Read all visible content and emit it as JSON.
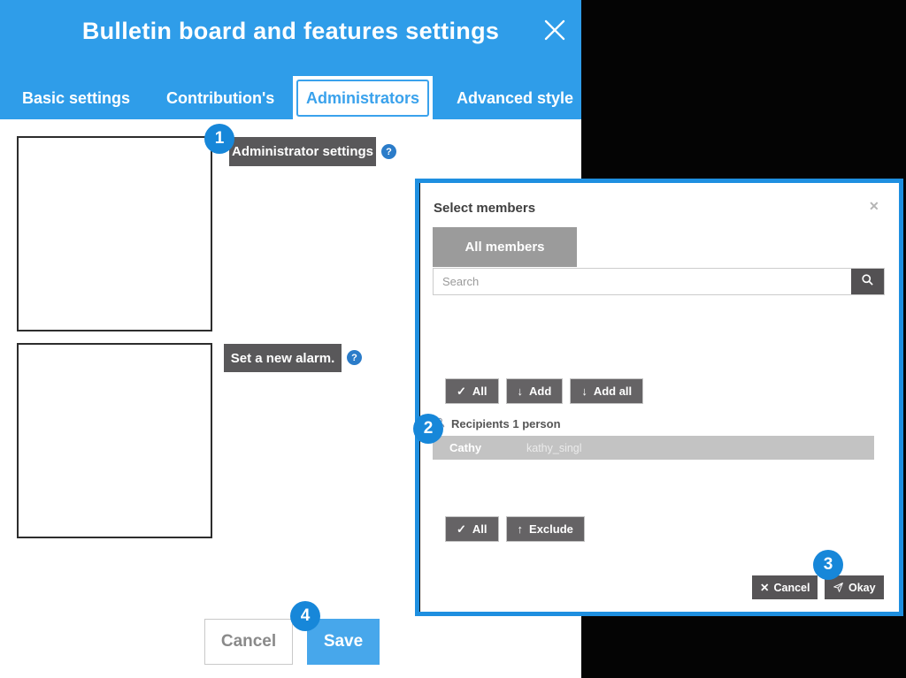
{
  "colors": {
    "header_blue": "#2f9de9",
    "active_tab_blue": "#3aa2ec",
    "save_blue": "#47a7eb",
    "badge_blue": "#1787d9",
    "help_blue": "#2b7cc9",
    "dark_button_gray": "#59585a",
    "popup_border_blue": "#1e8fe0",
    "members_tab_gray": "#9b9b9b",
    "member_row_gray": "#c3c3c3",
    "background_black": "#040404"
  },
  "window": {
    "title": "Bulletin board and features settings"
  },
  "tabs": [
    {
      "label": "Basic settings",
      "active": false
    },
    {
      "label": "Contribution's",
      "active": false
    },
    {
      "label": "Administrators",
      "active": true
    },
    {
      "label": "Advanced style",
      "active": false
    }
  ],
  "main": {
    "admin_settings_button": "Administrator settings",
    "alarm_button": "Set a new alarm.",
    "help_icon": "?",
    "cancel_button": "Cancel",
    "save_button": "Save"
  },
  "popup": {
    "title": "Select members",
    "close_icon": "✕",
    "tab_all_members": "All members",
    "search_placeholder": "Search",
    "buttons_top": [
      {
        "icon": "✓",
        "label": "All"
      },
      {
        "icon": "↓",
        "label": "Add"
      },
      {
        "icon": "↓",
        "label": "Add all"
      }
    ],
    "recipients_label": "Recipients 1 person",
    "members": [
      {
        "name": "Cathy",
        "username": "kathy_singl"
      }
    ],
    "buttons_mid": [
      {
        "icon": "✓",
        "label": "All"
      },
      {
        "icon": "↑",
        "label": "Exclude"
      }
    ],
    "cancel_button": {
      "icon": "✕",
      "label": "Cancel"
    },
    "okay_button": {
      "label": "Okay"
    }
  },
  "annotations": {
    "steps": [
      "1",
      "2",
      "3",
      "4"
    ]
  }
}
